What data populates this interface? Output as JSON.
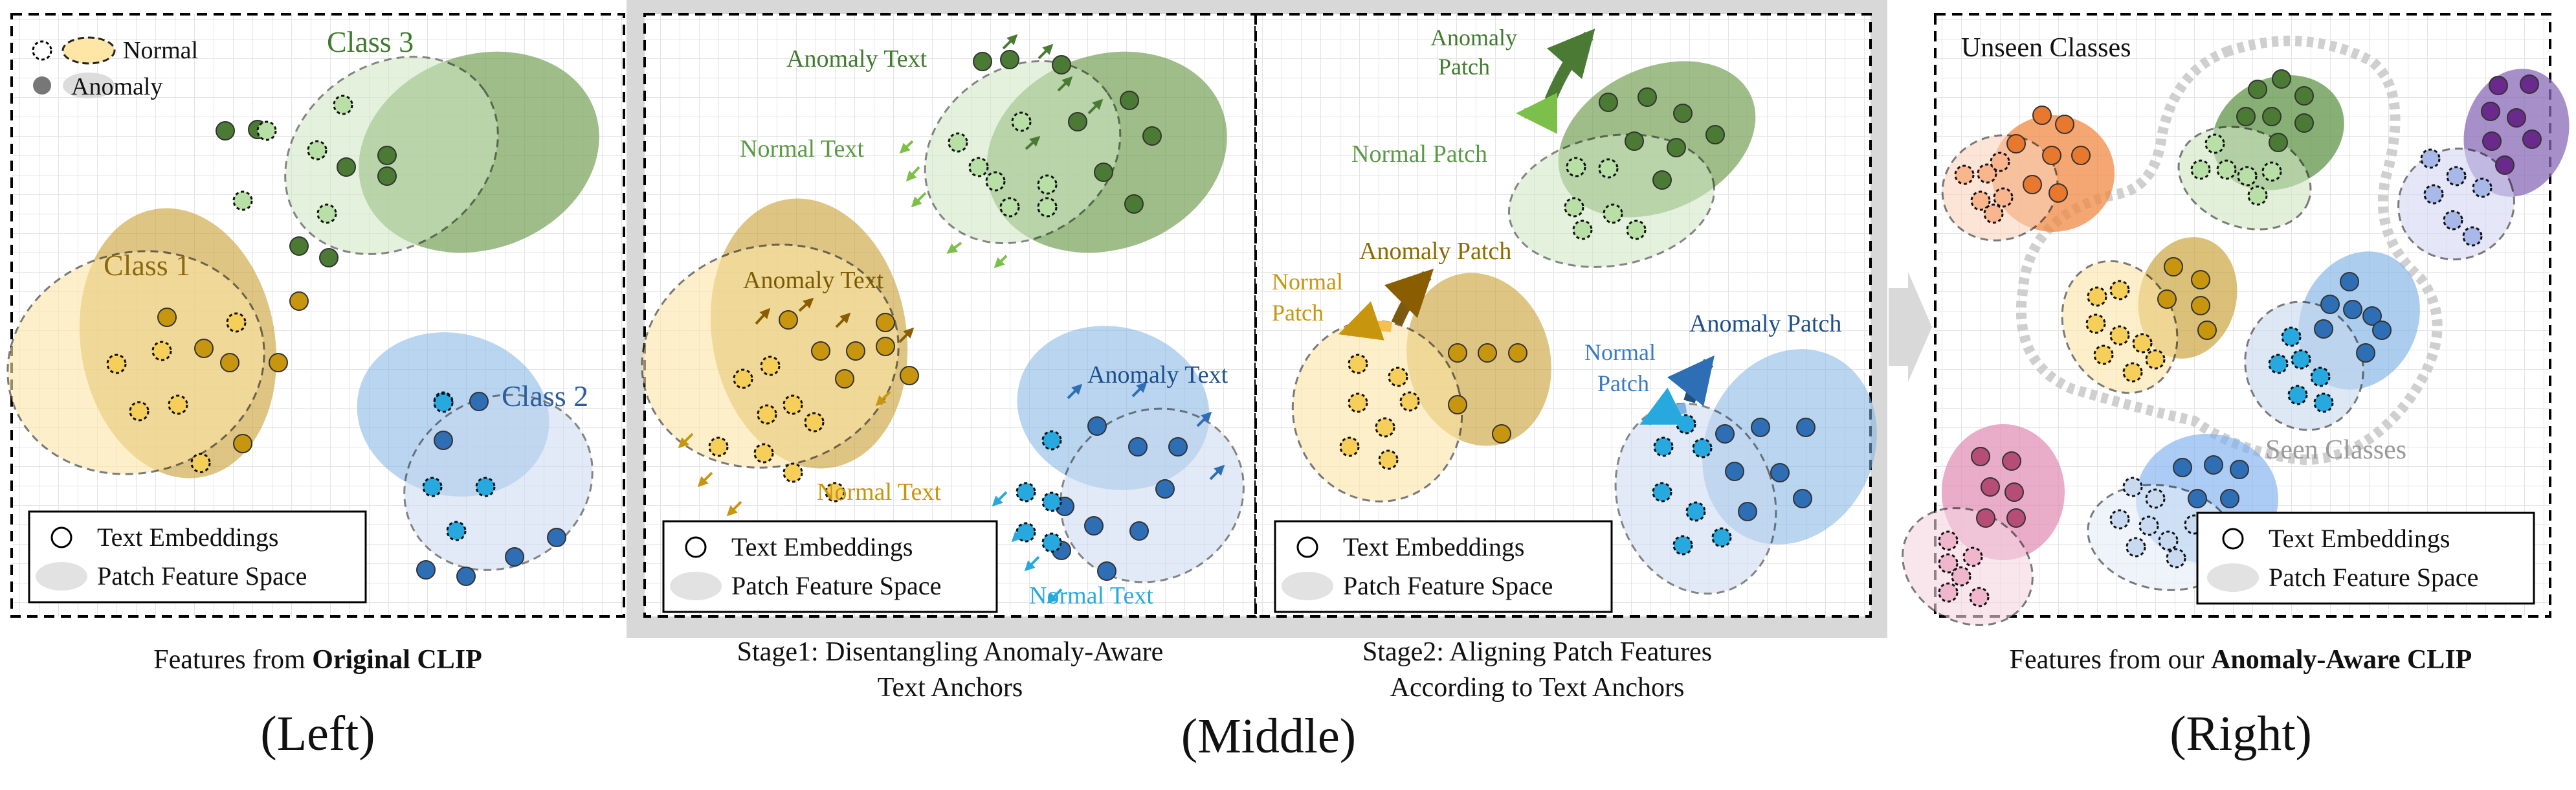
{
  "left_panel": {
    "legend_normal": "Normal",
    "legend_anomaly": "Anomaly",
    "class1": "Class 1",
    "class2": "Class 2",
    "class3": "Class 3",
    "box_text_embeddings": "Text Embeddings",
    "box_patch_space": "Patch Feature Space",
    "caption_prefix": "Features from ",
    "caption_bold": "Original CLIP",
    "panel_label": "(Left)"
  },
  "middle_panel": {
    "stage1": {
      "anomaly_text_green": "Anomaly Text",
      "normal_text_green": "Normal Text",
      "anomaly_text_yellow": "Anomaly Text",
      "normal_text_yellow": "Normal Text",
      "anomaly_text_blue": "Anomaly Text",
      "normal_text_blue": "Normal Text",
      "box_text_embeddings": "Text Embeddings",
      "box_patch_space": "Patch Feature Space",
      "caption_line1": "Stage1: Disentangling Anomaly-Aware",
      "caption_line2": "Text Anchors"
    },
    "stage2": {
      "anomaly_patch_green_l1": "Anomaly",
      "anomaly_patch_green_l2": "Patch",
      "normal_patch_green": "Normal Patch",
      "anomaly_patch_yellow": "Anomaly Patch",
      "normal_patch_yellow_l1": "Normal",
      "normal_patch_yellow_l2": "Patch",
      "anomaly_patch_blue": "Anomaly Patch",
      "normal_patch_blue_l1": "Normal",
      "normal_patch_blue_l2": "Patch",
      "box_text_embeddings": "Text Embeddings",
      "box_patch_space": "Patch Feature Space",
      "caption_line1": "Stage2: Aligning Patch Features",
      "caption_line2": "According to Text Anchors"
    },
    "panel_label": "(Middle)"
  },
  "right_panel": {
    "unseen": "Unseen Classes",
    "seen": "Seen Classes",
    "box_text_embeddings": "Text Embeddings",
    "box_patch_space": "Patch Feature Space",
    "caption_prefix": "Features from our ",
    "caption_bold": "Anomaly-Aware CLIP",
    "panel_label": "(Right)"
  },
  "colors": {
    "green": "#4a7a33",
    "green_text": "#4b8a3a",
    "yellow": "#c8960e",
    "yellow_text": "#9a7b10",
    "blue": "#2e6eb5",
    "blue_text": "#3a7ac0",
    "cyan": "#27a9e0",
    "orange": "#e8782e",
    "purple": "#6a2a8c",
    "pink": "#b64d77",
    "grey_arrow": "#d9d9d9"
  }
}
